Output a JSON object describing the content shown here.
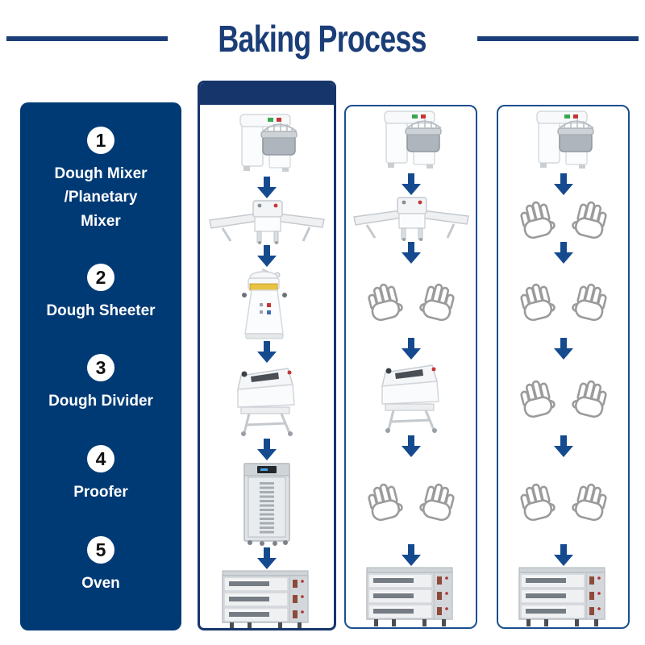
{
  "header": {
    "title": "Baking Process"
  },
  "sidebar": {
    "steps": [
      {
        "number": "1",
        "label": "Dough Mixer\n/Planetary\nMixer"
      },
      {
        "number": "2",
        "label": "Dough Sheeter"
      },
      {
        "number": "3",
        "label": "Dough Divider"
      },
      {
        "number": "4",
        "label": "Proofer"
      },
      {
        "number": "5",
        "label": "Oven"
      }
    ]
  },
  "columns": [
    {
      "name": "automatic-line",
      "highlighted": true,
      "steps": [
        {
          "kind": "machine",
          "icon": "spiral-mixer-icon"
        },
        {
          "kind": "machine",
          "icon": "dough-sheeter-icon"
        },
        {
          "kind": "machine",
          "icon": "dough-divider-icon"
        },
        {
          "kind": "machine",
          "icon": "dough-moulder-icon"
        },
        {
          "kind": "machine",
          "icon": "proofer-icon"
        },
        {
          "kind": "machine",
          "icon": "deck-oven-icon"
        }
      ]
    },
    {
      "name": "semi-automatic-line",
      "highlighted": false,
      "steps": [
        {
          "kind": "machine",
          "icon": "spiral-mixer-icon"
        },
        {
          "kind": "machine",
          "icon": "dough-sheeter-icon"
        },
        {
          "kind": "manual",
          "icon": "manual-hands-icon"
        },
        {
          "kind": "machine",
          "icon": "dough-moulder-icon"
        },
        {
          "kind": "manual",
          "icon": "manual-hands-icon"
        },
        {
          "kind": "machine",
          "icon": "deck-oven-icon"
        }
      ]
    },
    {
      "name": "manual-line",
      "highlighted": false,
      "steps": [
        {
          "kind": "machine",
          "icon": "spiral-mixer-icon"
        },
        {
          "kind": "manual",
          "icon": "manual-hands-icon"
        },
        {
          "kind": "manual",
          "icon": "manual-hands-icon"
        },
        {
          "kind": "manual",
          "icon": "manual-hands-icon"
        },
        {
          "kind": "manual",
          "icon": "manual-hands-icon"
        },
        {
          "kind": "machine",
          "icon": "deck-oven-icon"
        }
      ]
    }
  ],
  "colors": {
    "title_accent": "#1b3e78",
    "sidebar_bg": "#003a75",
    "column_border": "#1a4f8f",
    "highlight_band": "#16356b",
    "arrow": "#164a8f",
    "hands_outline": "#9b9b9b"
  }
}
